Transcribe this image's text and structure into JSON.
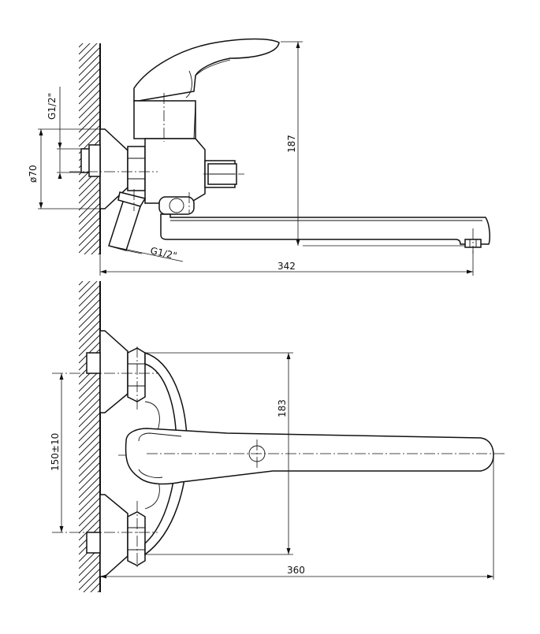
{
  "side_view": {
    "thread_top_label": "G1/2\"",
    "thread_bottom_label": "G1/2\"",
    "diameter_label": "ø70",
    "height_label": "187",
    "reach_label": "342"
  },
  "top_view": {
    "height_label": "183",
    "spacing_label": "150±10",
    "reach_label": "360"
  }
}
